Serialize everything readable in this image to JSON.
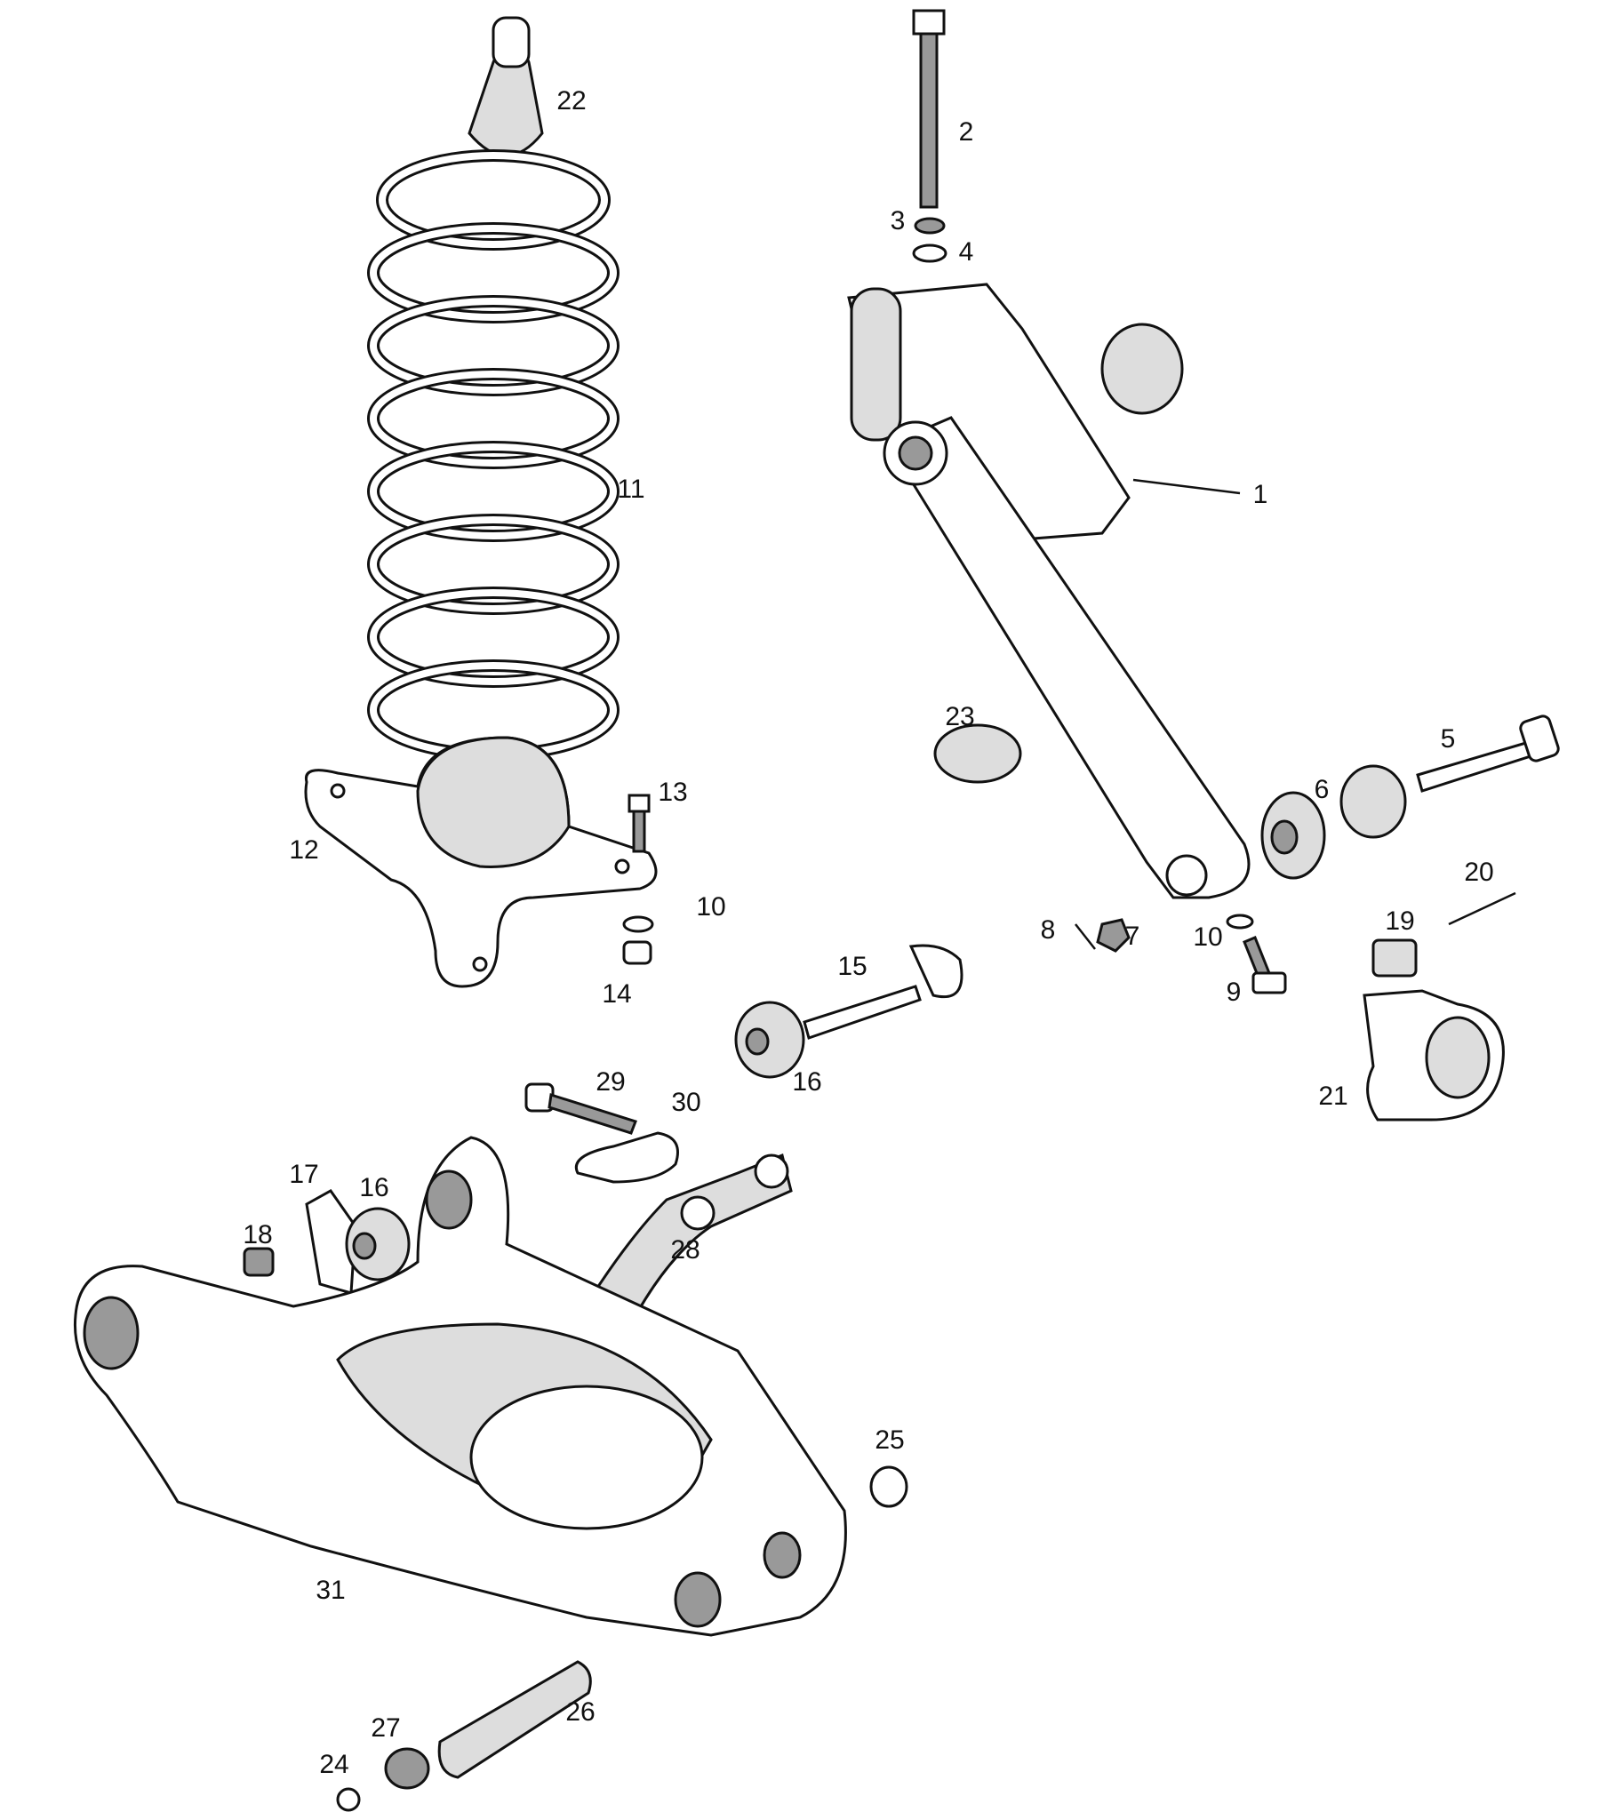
{
  "diagram": {
    "type": "exploded parts diagram",
    "callouts": {
      "c1": "1",
      "c2": "2",
      "c3": "3",
      "c4": "4",
      "c5": "5",
      "c6": "6",
      "c7": "7",
      "c8": "8",
      "c9": "9",
      "c10a": "10",
      "c10b": "10",
      "c11": "11",
      "c12": "12",
      "c13": "13",
      "c14": "14",
      "c15": "15",
      "c16a": "16",
      "c16b": "16",
      "c17": "17",
      "c18": "18",
      "c19": "19",
      "c20": "20",
      "c21": "21",
      "c22": "22",
      "c23": "23",
      "c24": "24",
      "c25": "25",
      "c26": "26",
      "c27": "27",
      "c28": "28",
      "c29": "29",
      "c30": "30",
      "c31": "31"
    }
  }
}
